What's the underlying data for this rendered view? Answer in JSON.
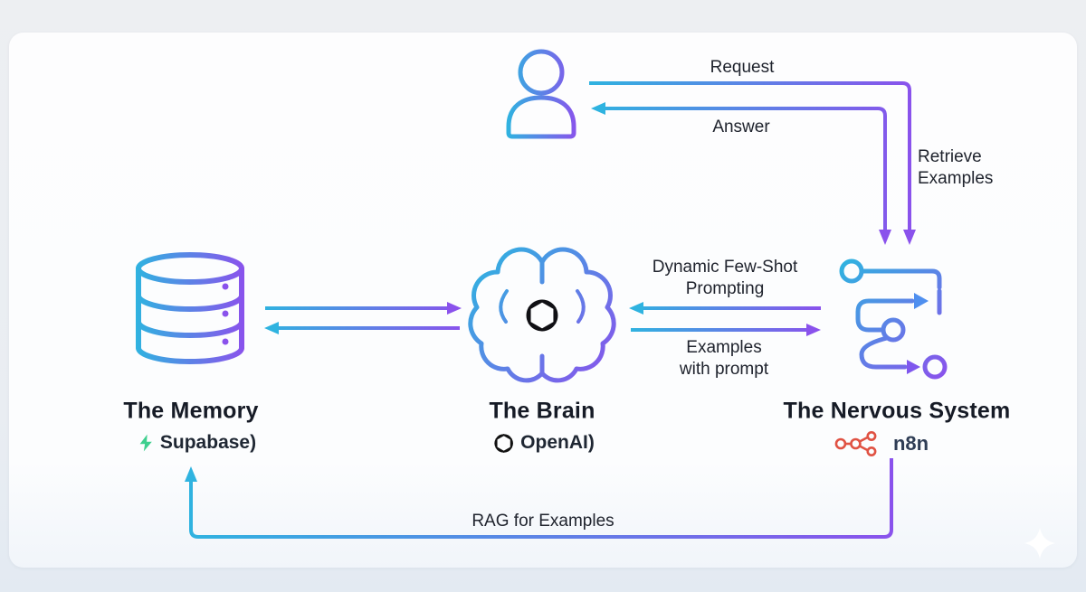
{
  "colors": {
    "cyan": "#2fb3e0",
    "purple": "#8a52ec",
    "text": "#20242e",
    "green": "#3ecf8e",
    "n8n": "#e05243",
    "navy": "#2f3d55"
  },
  "nodes": {
    "memory": {
      "title": "The Memory",
      "subtitle": "Supabase)"
    },
    "brain": {
      "title": "The Brain",
      "subtitle": "OpenAI)"
    },
    "nervous": {
      "title": "The Nervous System",
      "subtitle": "n8n"
    }
  },
  "edges": {
    "request": {
      "from": "user",
      "to": "nervous_system",
      "label": "Request"
    },
    "answer": {
      "from": "nervous_system",
      "to": "user",
      "label": "Answer"
    },
    "retrieve_examples": {
      "from": "user",
      "to": "nervous_system",
      "label": "Retrieve\nExamples"
    },
    "dynamic_few_shot": {
      "from": "nervous_system",
      "to": "brain",
      "label": "Dynamic Few-Shot\nPrompting"
    },
    "examples_with_prompt": {
      "from": "brain",
      "to": "nervous_system",
      "label": "Examples\nwith prompt"
    },
    "rag": {
      "from": "nervous_system",
      "to": "memory",
      "label": "RAG for Examples"
    }
  },
  "icons": {
    "user-icon": "person-outline",
    "database-icon": "cylinder-stack",
    "brain-icon": "brain-outline",
    "openai-logo-icon": "openai-knot",
    "workflow-icon": "n8n-flow",
    "n8n-logo-icon": "n8n-nodes",
    "supabase-bolt-icon": "lightning-bolt",
    "sparkle-icon": "four-point-star"
  }
}
